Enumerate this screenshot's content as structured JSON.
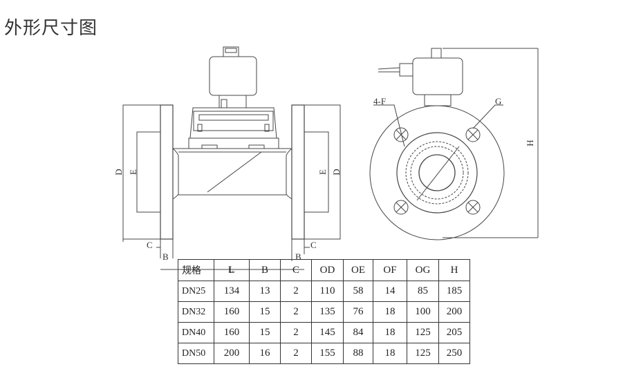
{
  "title": "外形尺寸图",
  "drawing": {
    "labels": {
      "D_left": "D",
      "E_left": "E",
      "E_right": "E",
      "D_right": "D",
      "C_left": "C",
      "B_left": "B",
      "L": "L",
      "B_right": "B",
      "C_right": "C",
      "holes": "4-F",
      "G": "G",
      "H": "H"
    }
  },
  "table": {
    "headers": [
      "规格",
      "L",
      "B",
      "C",
      "OD",
      "OE",
      "OF",
      "OG",
      "H"
    ],
    "rows": [
      [
        "DN25",
        "134",
        "13",
        "2",
        "110",
        "58",
        "14",
        "85",
        "185"
      ],
      [
        "DN32",
        "160",
        "15",
        "2",
        "135",
        "76",
        "18",
        "100",
        "200"
      ],
      [
        "DN40",
        "160",
        "15",
        "2",
        "145",
        "84",
        "18",
        "125",
        "205"
      ],
      [
        "DN50",
        "200",
        "16",
        "2",
        "155",
        "88",
        "18",
        "125",
        "250"
      ]
    ]
  }
}
